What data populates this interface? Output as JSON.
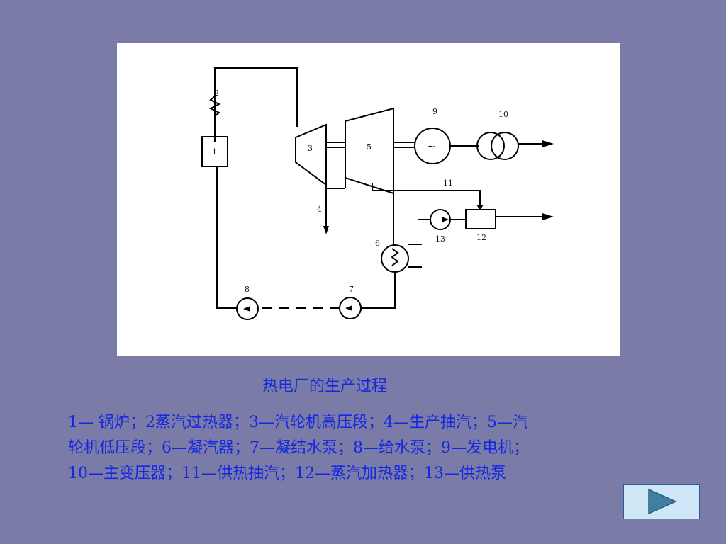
{
  "diagram": {
    "labels": {
      "n1": "1",
      "n2": "2",
      "n3": "3",
      "n4": "4",
      "n5": "5",
      "n6": "6",
      "n7": "7",
      "n8": "8",
      "n9": "9",
      "n10": "10",
      "n11": "11",
      "n12": "12",
      "n13": "13",
      "generator_symbol": "~"
    }
  },
  "caption": {
    "title": "热电厂的生产过程",
    "legend_lines": [
      "1—  锅炉；2蒸汽过热器；3—汽轮机高压段；4—生产抽汽；5—汽",
      "轮机低压段；6—凝汽器；7—凝结水泵；8—给水泵；9—发电机；",
      "10—主变压器；11—供热抽汽；12—蒸汽加热器；13—供热泵"
    ]
  },
  "controls": {
    "next_icon": "play-triangle-icon"
  }
}
